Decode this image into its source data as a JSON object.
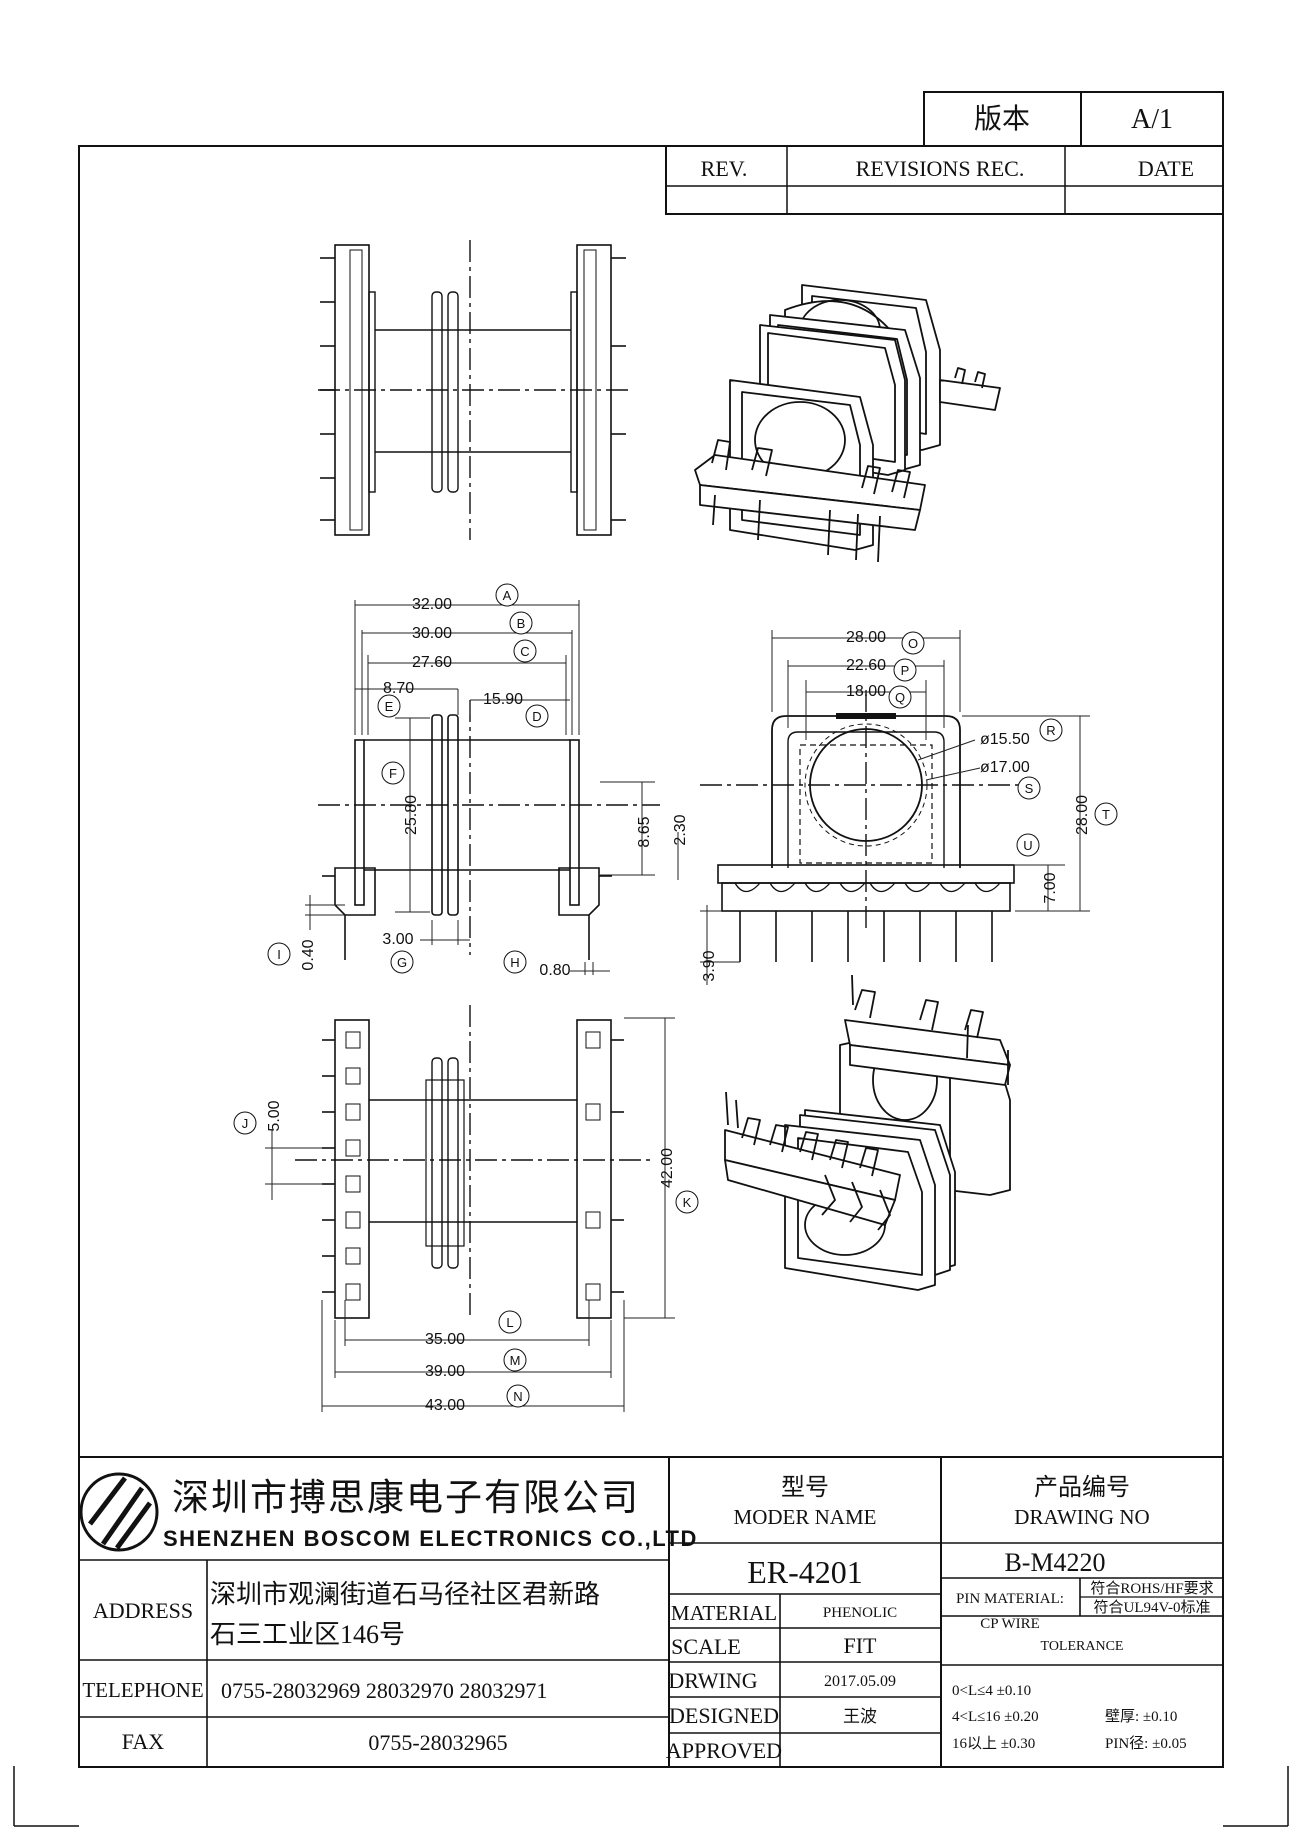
{
  "version_label": "版本",
  "version_value": "A/1",
  "revision_header": {
    "rev": "REV.",
    "records": "REVISIONS REC.",
    "date": "DATE"
  },
  "dims": {
    "a": "32.00",
    "b": "30.00",
    "c": "27.60",
    "e": "8.70",
    "d": "15.90",
    "f": "25.80",
    "h865": "8.65",
    "h230": "2.30",
    "g": "3.00",
    "i": "0.40",
    "h": "0.80",
    "w28": "28.00",
    "p": "22.60",
    "q": "18.00",
    "r": "ø15.50",
    "s": "ø17.00",
    "t": "28.00",
    "u": "7.00",
    "v": "3.90",
    "j": "5.00",
    "k": "42.00",
    "l": "35.00",
    "m": "39.00",
    "n": "43.00"
  },
  "letters": {
    "a": "A",
    "b": "B",
    "c": "C",
    "d": "D",
    "e": "E",
    "f": "F",
    "g": "G",
    "h": "H",
    "i": "I",
    "j": "J",
    "k": "K",
    "l": "L",
    "m": "M",
    "n": "N",
    "o": "O",
    "p": "P",
    "q": "Q",
    "r": "R",
    "s": "S",
    "t": "T",
    "u": "U"
  },
  "company": {
    "name_cn": "深圳市搏思康电子有限公司",
    "name_en": "SHENZHEN BOSCOM ELECTRONICS CO.,LTD"
  },
  "model": {
    "label_cn": "型号",
    "label_en": "MODER NAME",
    "value": "ER-4201"
  },
  "drawing_no": {
    "label_cn": "产品编号",
    "label_en": "DRAWING NO",
    "value": "B-M4220"
  },
  "address": {
    "label": "ADDRESS",
    "line1": "深圳市观澜街道石马径社区君新路",
    "line2": "石三工业区146号"
  },
  "telephone": {
    "label": "TELEPHONE",
    "value": "0755-28032969 28032970 28032971"
  },
  "fax": {
    "label": "FAX",
    "value": "0755-28032965"
  },
  "material": {
    "label": "MATERIAL",
    "value": "PHENOLIC"
  },
  "scale": {
    "label": "SCALE",
    "value": "FIT"
  },
  "drwing": {
    "label": "DRWING",
    "value": "2017.05.09"
  },
  "designed": {
    "label": "DESIGNED",
    "value": "王波"
  },
  "approved": {
    "label": "APPROVED",
    "value": ""
  },
  "pin_material": {
    "label": "PIN MATERIAL:",
    "value": "CP WIRE",
    "rohs": "符合ROHS/HF要求",
    "ul": "符合UL94V-0标准"
  },
  "tolerance": {
    "label": "TOLERANCE",
    "line1": "0<L≤4  ±0.10",
    "line2": "4<L≤16  ±0.20",
    "line2_right": "壁厚:  ±0.10",
    "line3": "16以上    ±0.30",
    "line3_right": "PIN径: ±0.05"
  }
}
